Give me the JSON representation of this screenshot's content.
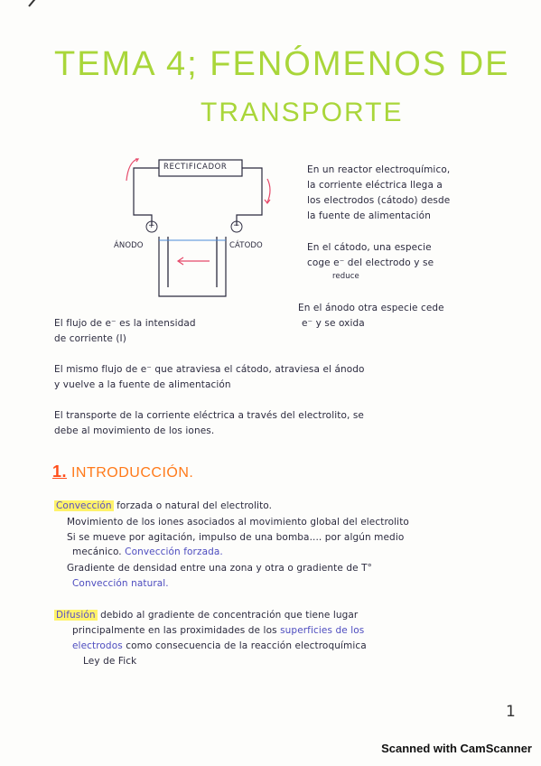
{
  "title": {
    "line1": "TEMA 4; FENÓMENOS DE",
    "line2": "TRANSPORTE"
  },
  "diagram": {
    "rectifier": "RECTIFICADOR",
    "anode_label": "ÁNODO",
    "cathode_label": "CÁTODO",
    "plus": "+",
    "minus": "−"
  },
  "notes": {
    "right1": [
      "En un reactor electroquímico,",
      "la corriente eléctrica llega a",
      "los electrodos (cátodo) desde",
      "la fuente de alimentación"
    ],
    "right2": [
      "En el cátodo, una especie",
      "coge e⁻ del electrodo y se",
      "reduce"
    ],
    "right3": [
      "En el ánodo otra especie cede",
      "e⁻ y se oxida"
    ],
    "left": [
      "El flujo de e⁻ es la intensidad",
      "de corriente (I)"
    ],
    "para1": [
      "El mismo flujo de e⁻ que atraviesa el cátodo, atraviesa el ánodo",
      "y vuelve a la fuente de alimentación"
    ],
    "para2": [
      "El transporte de la corriente eléctrica a través del electrolito, se",
      "debe al movimiento de los iones."
    ]
  },
  "section": {
    "number": "1.",
    "title": "INTRODUCCIÓN."
  },
  "conveccion": {
    "term": "Convección",
    "line1_rest": " forzada o natural del electrolito.",
    "line2": "Movimiento de los iones asociados al movimiento global del electrolito",
    "line3": "Si se mueve por agitación, impulso de una bomba.... por algún medio",
    "line4a": "mecánico. ",
    "line4b": "Convección forzada.",
    "line5": "Gradiente de densidad entre una zona y otra o gradiente de T°",
    "line6": "Convección natural."
  },
  "difusion": {
    "term": "Difusión",
    "line1_rest": " debido al gradiente de concentración que tiene lugar",
    "line2a": "principalmente en las proximidades de los ",
    "line2b": "superficies de los",
    "line3a": "electrodos",
    "line3b": " como consecuencia de la reacción electroquímica",
    "line4": "Ley de Fick"
  },
  "page_number": "1",
  "footer": "Scanned with CamScanner"
}
